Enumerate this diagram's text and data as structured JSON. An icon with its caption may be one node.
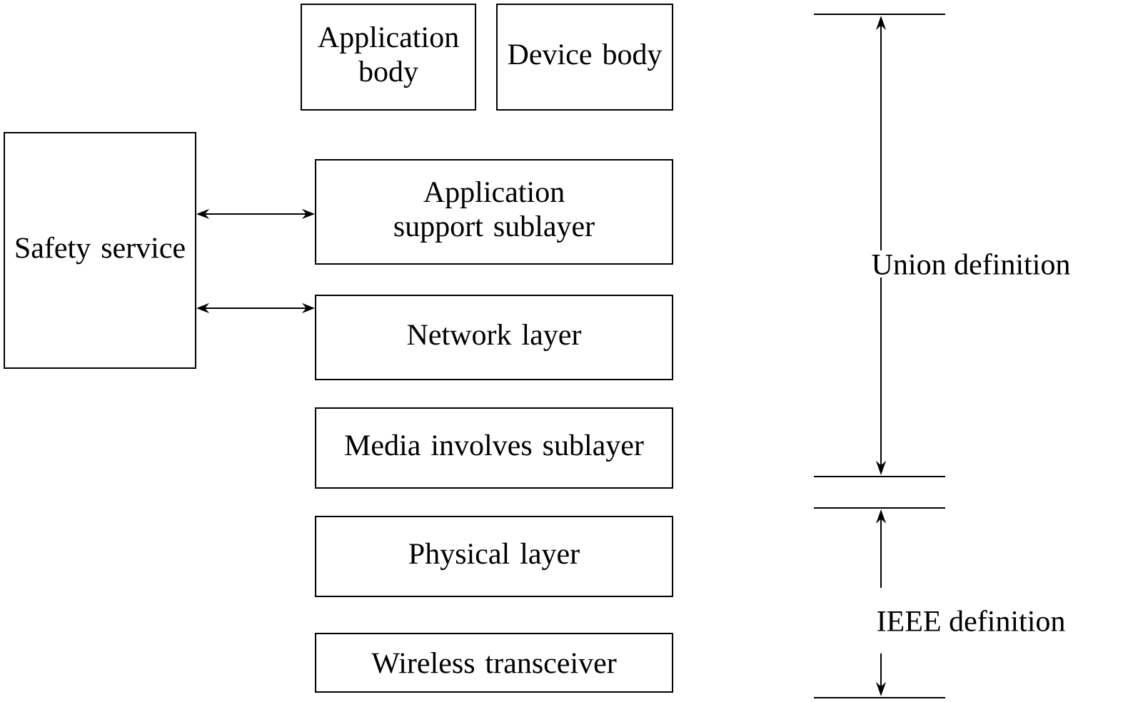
{
  "diagram": {
    "nodes": [
      {
        "text": [
          "Application body"
        ]
      },
      {
        "text": [
          "Device body"
        ]
      },
      {
        "text": [
          "Safety service"
        ]
      },
      {
        "text": [
          "Application support sublayer"
        ]
      },
      {
        "text": [
          "Network layer"
        ]
      },
      {
        "text": [
          "Media involves sublayer"
        ]
      },
      {
        "text": [
          "Physical layer"
        ]
      },
      {
        "text": [
          "Wireless transceiver"
        ]
      }
    ],
    "edges": [
      {
        "from": 2,
        "to": 3,
        "arrow": "both"
      },
      {
        "from": 2,
        "to": 4,
        "arrow": "both"
      }
    ],
    "labels": [
      "Union definition",
      "IEEE definition"
    ]
  }
}
